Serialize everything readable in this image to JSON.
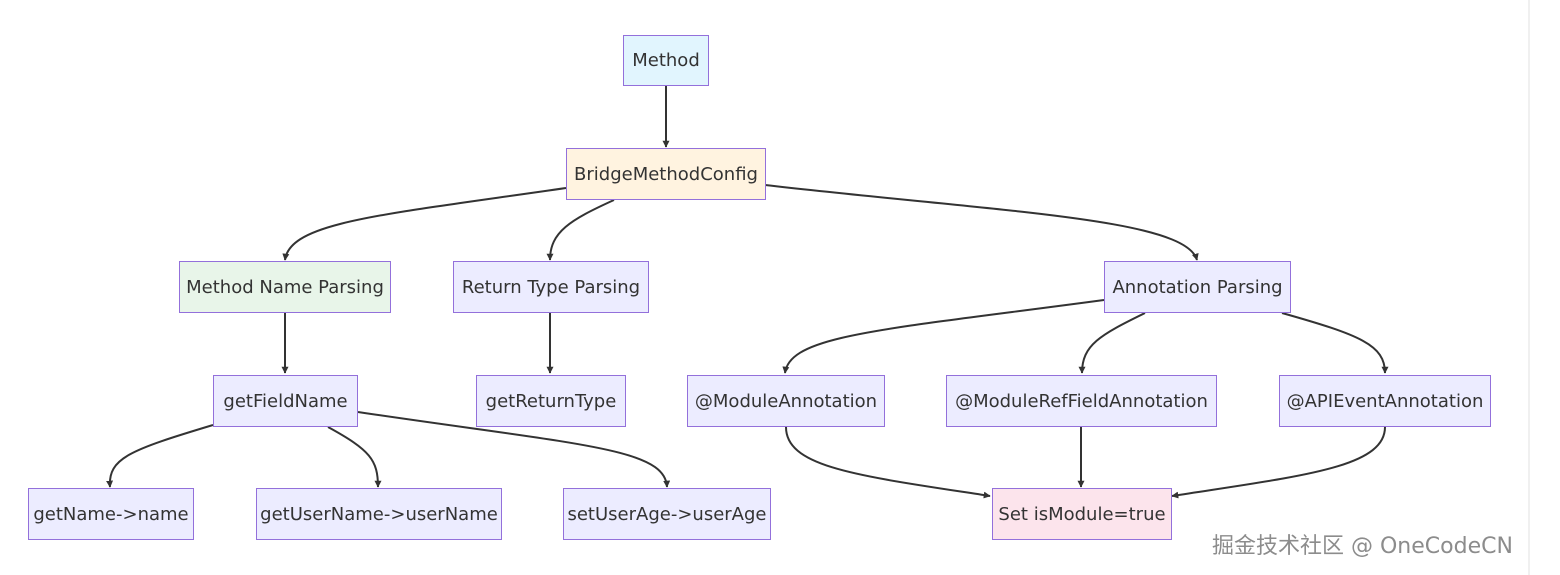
{
  "colors": {
    "default_fill": "#ececff",
    "method_fill": "#e1f5fe",
    "config_fill": "#fff3e0",
    "name_parsing_fill": "#e8f5e9",
    "result_fill": "#fce4ec",
    "border": "#9370db",
    "edge": "#333333"
  },
  "nodes": {
    "method": "Method",
    "config": "BridgeMethodConfig",
    "name_parsing": "Method Name Parsing",
    "return_parsing": "Return Type Parsing",
    "annotation_parsing": "Annotation Parsing",
    "get_field_name": "getFieldName",
    "get_return_type": "getReturnType",
    "module_annotation": "@ModuleAnnotation",
    "module_ref_annotation": "@ModuleRefFieldAnnotation",
    "api_event_annotation": "@APIEventAnnotation",
    "get_name": "getName->name",
    "get_user_name": "getUserName->userName",
    "set_user_age": "setUserAge->userAge",
    "set_is_module": "Set isModule=true"
  },
  "watermark": "掘金技术社区 @ OneCodeCN"
}
